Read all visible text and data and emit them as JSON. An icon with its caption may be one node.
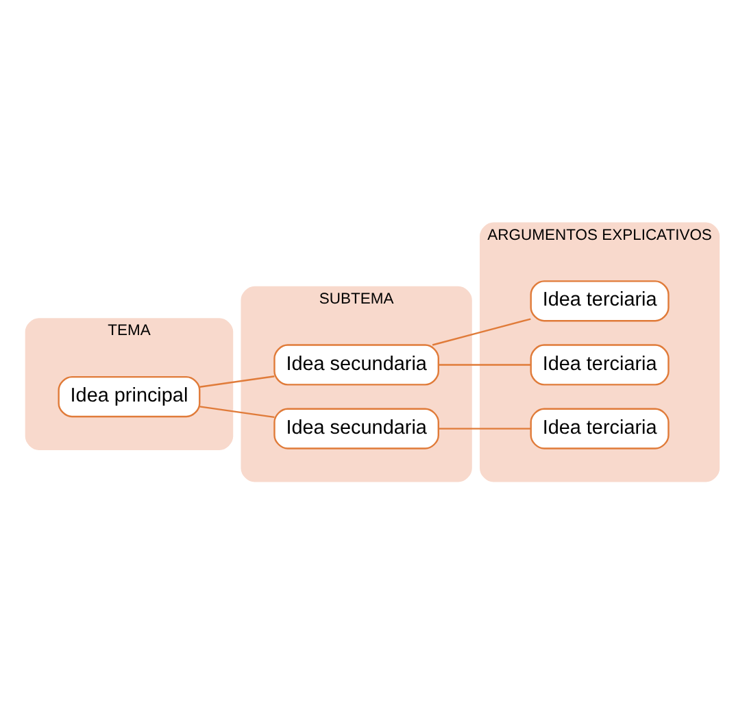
{
  "diagram": {
    "nodes": [
      {
        "text": [
          "TEMA"
        ]
      },
      {
        "text": [
          "Idea principal"
        ],
        "in": 0
      },
      {
        "text": [
          "SUBTEMA"
        ]
      },
      {
        "text": [
          "Idea secundaria"
        ],
        "in": 2
      },
      {
        "text": [
          "Idea secundaria"
        ],
        "in": 2
      },
      {
        "text": [
          "ARGUMENTOS EXPLICATIVOS"
        ]
      },
      {
        "text": [
          "Idea terciaria"
        ],
        "in": 5
      },
      {
        "text": [
          "Idea terciaria"
        ],
        "in": 5
      },
      {
        "text": [
          "Idea terciaria"
        ],
        "in": 5
      }
    ],
    "edges": [
      {
        "from": 1,
        "to": 3,
        "arrow": "none"
      },
      {
        "from": 1,
        "to": 4,
        "arrow": "none"
      },
      {
        "from": 3,
        "to": 6,
        "arrow": "none"
      },
      {
        "from": 3,
        "to": 7,
        "arrow": "none"
      },
      {
        "from": 4,
        "to": 8,
        "arrow": "none"
      }
    ]
  }
}
